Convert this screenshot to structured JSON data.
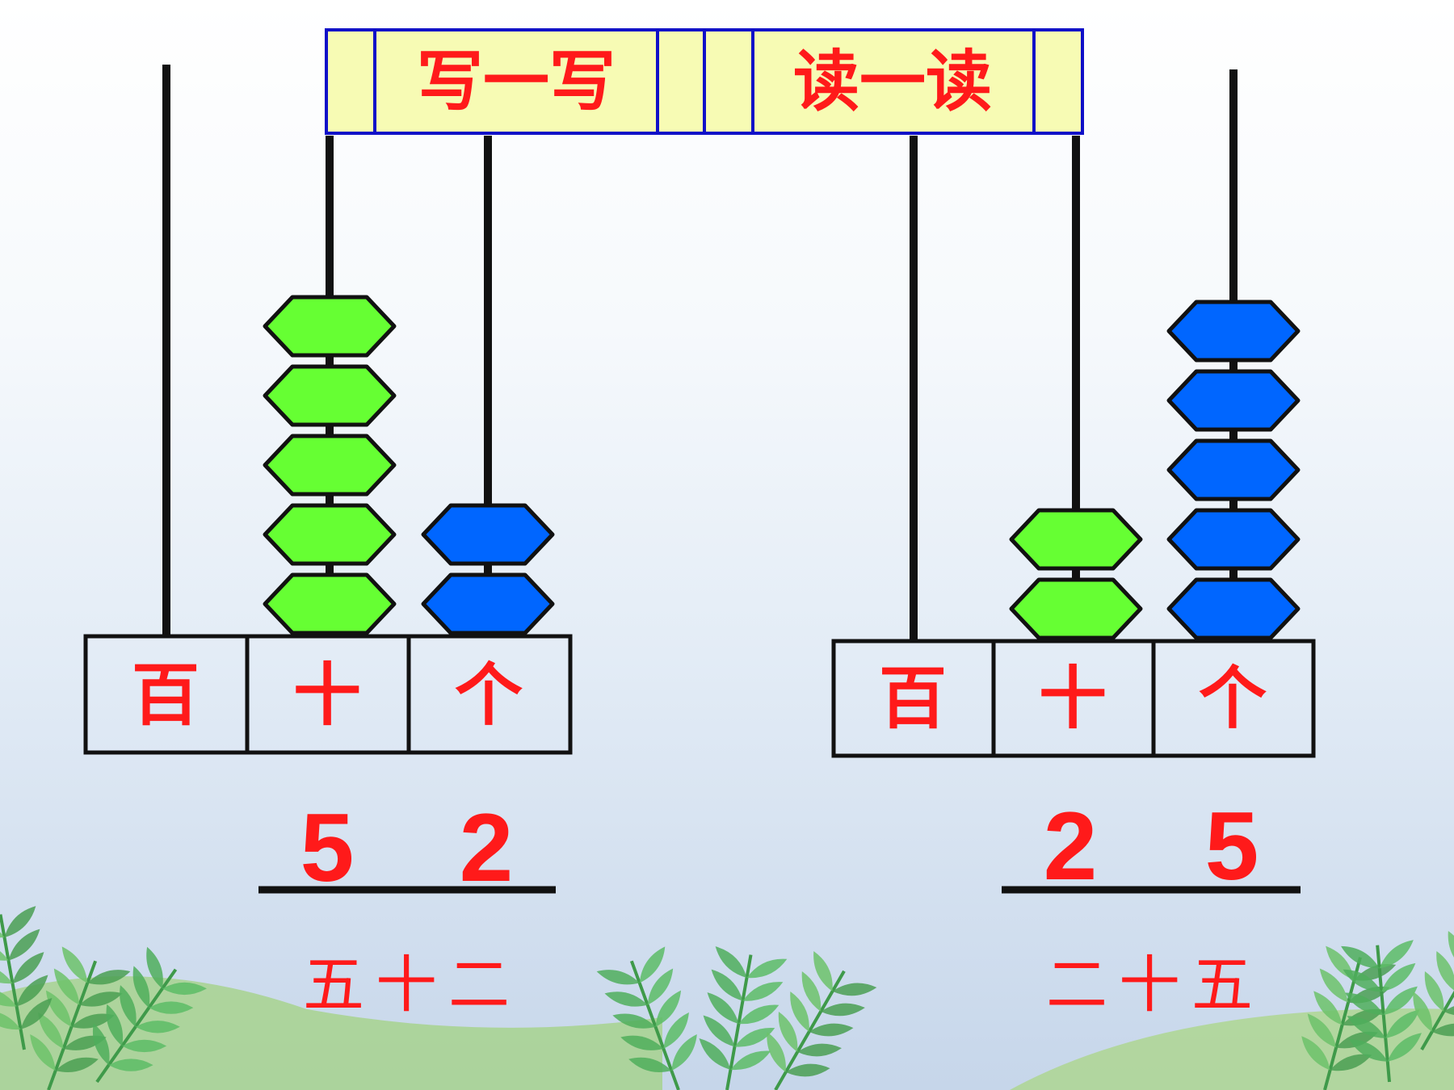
{
  "title_bar": {
    "write_label": "写一写",
    "read_label": "读一读",
    "fill_color": "#f7fbb4",
    "border_color": "#1010c8"
  },
  "abacuses": [
    {
      "places": [
        "百",
        "十",
        "个"
      ],
      "bead_counts": {
        "hundreds": 0,
        "tens": 5,
        "ones": 2
      },
      "digits": [
        "5",
        "2"
      ],
      "reading": "五十二"
    },
    {
      "places": [
        "百",
        "十",
        "个"
      ],
      "bead_counts": {
        "hundreds": 0,
        "tens": 2,
        "ones": 5
      },
      "digits": [
        "2",
        "5"
      ],
      "reading": "二十五"
    }
  ],
  "colors": {
    "tens_bead": "#66ff33",
    "ones_bead": "#0066ff",
    "text_red": "#ff1a1a",
    "line_black": "#111111"
  }
}
